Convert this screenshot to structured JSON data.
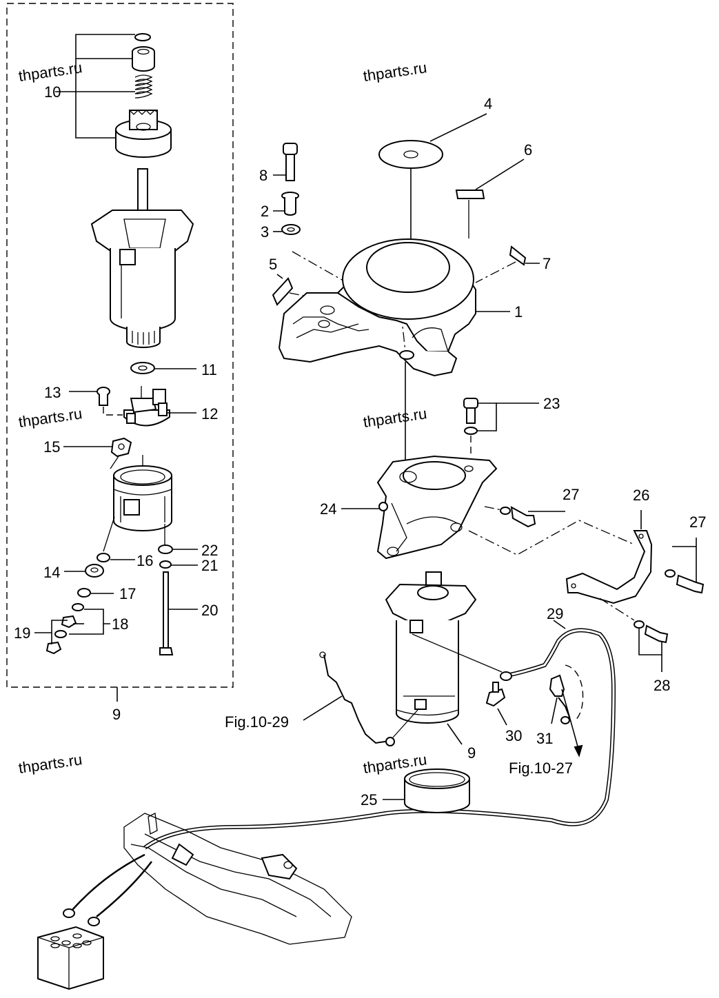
{
  "watermark": "thparts.ru",
  "callouts": {
    "c1": "1",
    "c2": "2",
    "c3": "3",
    "c4": "4",
    "c5": "5",
    "c6": "6",
    "c7": "7",
    "c8": "8",
    "c9_kit": "9",
    "c9_main": "9",
    "c10": "10",
    "c11": "11",
    "c12": "12",
    "c13": "13",
    "c14": "14",
    "c15": "15",
    "c16": "16",
    "c17": "17",
    "c18": "18",
    "c19": "19",
    "c20": "20",
    "c21": "21",
    "c22": "22",
    "c23": "23",
    "c24": "24",
    "c25": "25",
    "c26": "26",
    "c27a": "27",
    "c27b": "27",
    "c28": "28",
    "c29": "29",
    "c30": "30",
    "c31": "31"
  },
  "figure_refs": {
    "wire_harness": "Fig.10-29",
    "relay": "Fig.10-27"
  }
}
